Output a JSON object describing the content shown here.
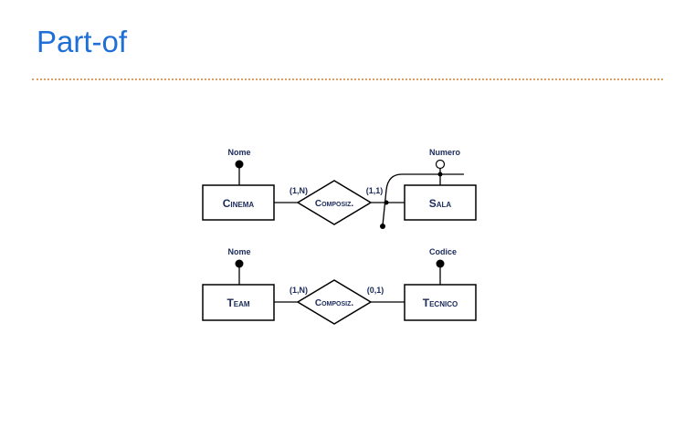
{
  "slide": {
    "title": "Part-of"
  },
  "diagram1": {
    "entity_left": "Cinema",
    "entity_right": "Sala",
    "relationship": "Composiz.",
    "card_left": "(1,N)",
    "card_right": "(1,1)",
    "attr_left": "Nome",
    "attr_right": "Numero"
  },
  "diagram2": {
    "entity_left": "Team",
    "entity_right": "Tecnico",
    "relationship": "Composiz.",
    "card_left": "(1,N)",
    "card_right": "(0,1)",
    "attr_left": "Nome",
    "attr_right": "Codice"
  }
}
